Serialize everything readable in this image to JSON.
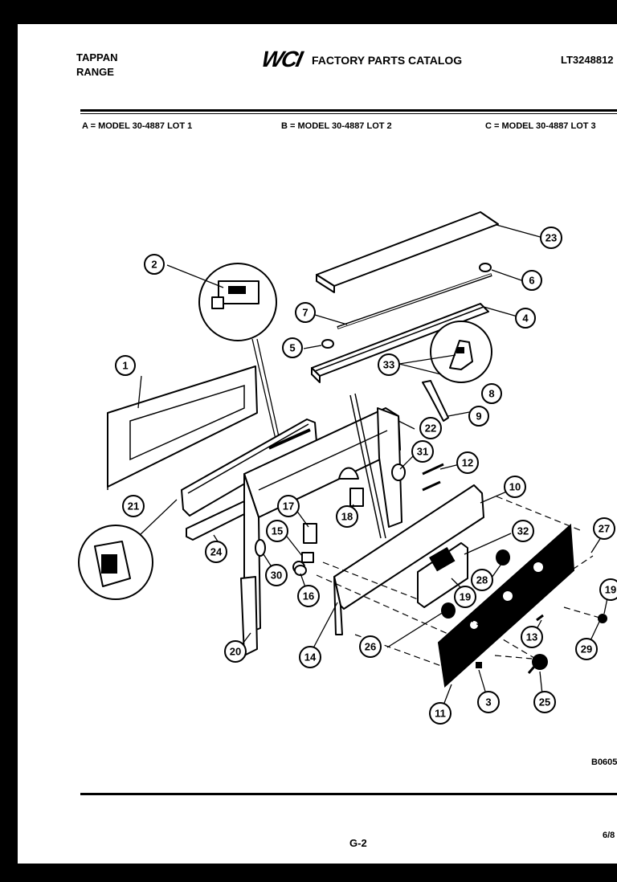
{
  "header": {
    "brand_line1": "TAPPAN",
    "brand_line2": "RANGE",
    "logo": "WCI",
    "catalog_title": "FACTORY PARTS CATALOG",
    "document_number": "LT3248812"
  },
  "models": {
    "a": "A = MODEL 30-4887 LOT 1",
    "b": "B = MODEL 30-4887 LOT 2",
    "c": "C = MODEL 30-4887 LOT 3"
  },
  "callouts": [
    {
      "id": "c1",
      "label": "1"
    },
    {
      "id": "c2",
      "label": "2"
    },
    {
      "id": "c23",
      "label": "23"
    },
    {
      "id": "c6",
      "label": "6"
    },
    {
      "id": "c7",
      "label": "7"
    },
    {
      "id": "c4",
      "label": "4"
    },
    {
      "id": "c5",
      "label": "5"
    },
    {
      "id": "c33",
      "label": "33"
    },
    {
      "id": "c8",
      "label": "8"
    },
    {
      "id": "c9",
      "label": "9"
    },
    {
      "id": "c22",
      "label": "22"
    },
    {
      "id": "c31",
      "label": "31"
    },
    {
      "id": "c12",
      "label": "12"
    },
    {
      "id": "c10",
      "label": "10"
    },
    {
      "id": "c21",
      "label": "21"
    },
    {
      "id": "c17",
      "label": "17"
    },
    {
      "id": "c18",
      "label": "18"
    },
    {
      "id": "c15",
      "label": "15"
    },
    {
      "id": "c32",
      "label": "32"
    },
    {
      "id": "c27",
      "label": "27"
    },
    {
      "id": "c24",
      "label": "24"
    },
    {
      "id": "c30",
      "label": "30"
    },
    {
      "id": "c16",
      "label": "16"
    },
    {
      "id": "c28a",
      "label": "28"
    },
    {
      "id": "c19a",
      "label": "19"
    },
    {
      "id": "c19b",
      "label": "19"
    },
    {
      "id": "c20",
      "label": "20"
    },
    {
      "id": "c14",
      "label": "14"
    },
    {
      "id": "c26",
      "label": "26"
    },
    {
      "id": "c13",
      "label": "13"
    },
    {
      "id": "c29",
      "label": "29"
    },
    {
      "id": "c11",
      "label": "11"
    },
    {
      "id": "c3",
      "label": "3"
    },
    {
      "id": "c25",
      "label": "25"
    }
  ],
  "footer": {
    "diagram_code": "B0605",
    "page_number": "G-2",
    "date": "6/8"
  }
}
